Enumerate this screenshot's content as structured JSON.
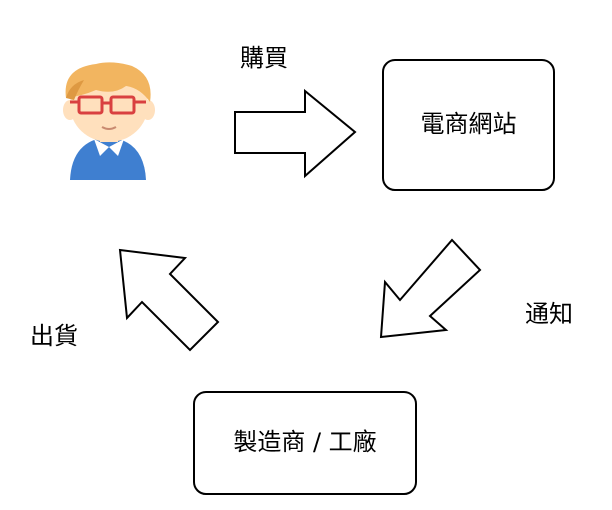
{
  "nodes": {
    "user": {
      "icon": "user-with-glasses-icon"
    },
    "ecommerce": {
      "label": "電商網站"
    },
    "manufacturer": {
      "label": "製造商 / 工廠"
    }
  },
  "edges": {
    "purchase": {
      "label": "購買"
    },
    "notify": {
      "label": "通知"
    },
    "ship": {
      "label": "出貨"
    }
  },
  "colors": {
    "hair": "#F2B560",
    "hair_shade": "#DE9942",
    "skin": "#FFE0BD",
    "glasses": "#D94040",
    "shirt": "#3F7FD0",
    "collar": "#FFFFFF"
  }
}
